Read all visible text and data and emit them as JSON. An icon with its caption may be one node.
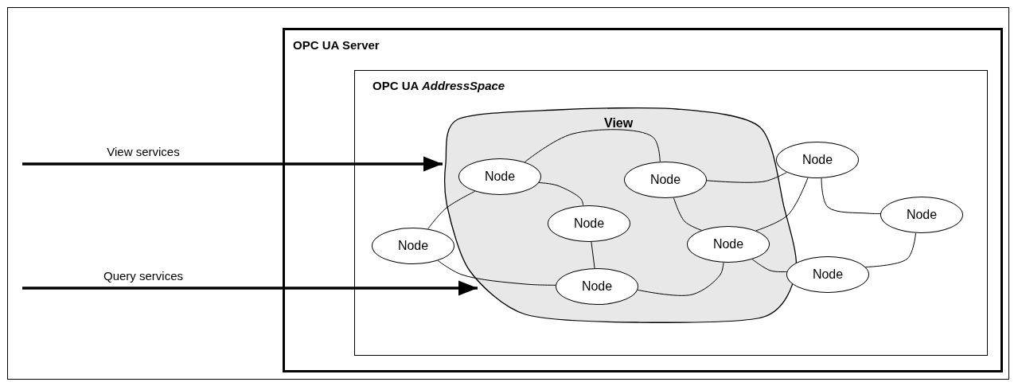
{
  "diagram": {
    "nodes": [
      {
        "text": [
          "OPC UA Server"
        ]
      },
      {
        "text": [
          "OPC UA *AddressSpace*"
        ],
        "in": 0
      },
      {
        "text": [
          "View"
        ],
        "in": 1
      },
      {
        "text": [
          "Node"
        ],
        "in": 2
      },
      {
        "text": [
          "Node"
        ],
        "in": 2
      },
      {
        "text": [
          "Node"
        ],
        "in": 1
      },
      {
        "text": [
          "Node"
        ],
        "in": 2
      },
      {
        "text": [
          "Node"
        ],
        "in": 1
      },
      {
        "text": [
          "Node"
        ],
        "in": 2
      },
      {
        "text": [
          "Node"
        ],
        "in": 1
      },
      {
        "text": [
          "Node"
        ],
        "in": 2
      },
      {
        "text": [
          "Node"
        ],
        "in": 1
      }
    ],
    "edges": [
      {
        "from": null,
        "to": 2,
        "arrow": "to",
        "label": "View services",
        "style": "thick"
      },
      {
        "from": null,
        "to": 2,
        "arrow": "to",
        "label": "Query services",
        "style": "thick"
      },
      {
        "from": 3,
        "to": 4,
        "arrow": "none"
      },
      {
        "from": 3,
        "to": 6,
        "arrow": "none"
      },
      {
        "from": 3,
        "to": 7,
        "arrow": "none"
      },
      {
        "from": 4,
        "to": 5,
        "arrow": "none"
      },
      {
        "from": 4,
        "to": 8,
        "arrow": "none"
      },
      {
        "from": 6,
        "to": 10,
        "arrow": "none"
      },
      {
        "from": 7,
        "to": 10,
        "arrow": "none"
      },
      {
        "from": 10,
        "to": 8,
        "arrow": "none"
      },
      {
        "from": 8,
        "to": 5,
        "arrow": "none"
      },
      {
        "from": 8,
        "to": 11,
        "arrow": "none"
      },
      {
        "from": 5,
        "to": 9,
        "arrow": "none"
      },
      {
        "from": 9,
        "to": 11,
        "arrow": "none"
      }
    ]
  }
}
